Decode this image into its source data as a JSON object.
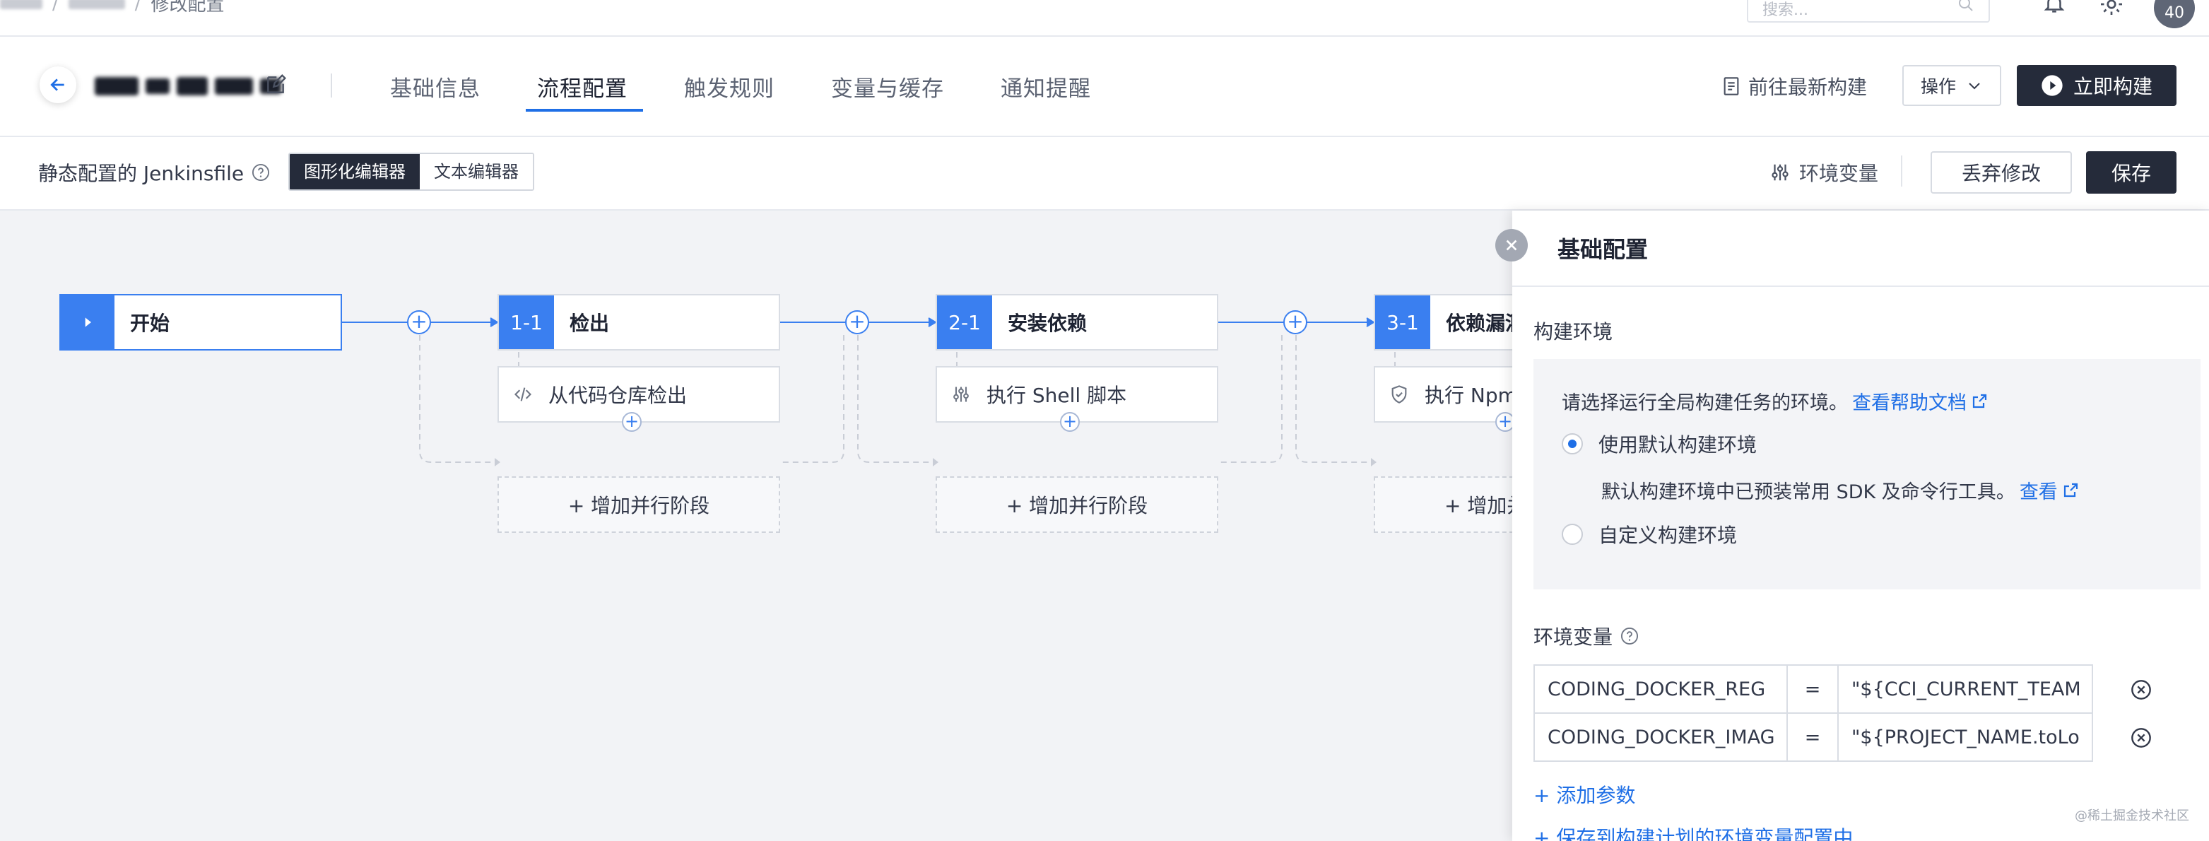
{
  "topbar": {
    "breadcrumb_current": "修改配置",
    "search_placeholder": "搜索...",
    "avatar_text": "40"
  },
  "header": {
    "tabs": [
      {
        "label": "基础信息"
      },
      {
        "label": "流程配置"
      },
      {
        "label": "触发规则"
      },
      {
        "label": "变量与缓存"
      },
      {
        "label": "通知提醒"
      }
    ],
    "latest_build_label": "前往最新构建",
    "ops_label": "操作",
    "build_now_label": "立即构建"
  },
  "toolbar": {
    "label": "静态配置的 Jenkinsfile",
    "editor_graphic": "图形化编辑器",
    "editor_text": "文本编辑器",
    "env_var_label": "环境变量",
    "discard_label": "丢弃修改",
    "save_label": "保存"
  },
  "pipeline": {
    "start_label": "开始",
    "add_parallel_label": "+ 增加并行阶段",
    "add_parallel_partial": "+ 增加并",
    "stages": [
      {
        "num": "1-1",
        "title": "检出",
        "step": "从代码仓库检出"
      },
      {
        "num": "2-1",
        "title": "安装依赖",
        "step": "执行 Shell 脚本"
      },
      {
        "num": "3-1",
        "title": "依赖漏洞",
        "step": "执行 Npm"
      }
    ]
  },
  "panel": {
    "title": "基础配置",
    "build_env_title": "构建环境",
    "build_env_desc": "请选择运行全局构建任务的环境。",
    "help_link": "查看帮助文档",
    "option_default": "使用默认构建环境",
    "option_default_desc": "默认构建环境中已预装常用 SDK 及命令行工具。",
    "view_link": "查看",
    "option_custom": "自定义构建环境",
    "env_vars_title": "环境变量",
    "env_vars": [
      {
        "key": "CODING_DOCKER_REG",
        "eq": "=",
        "value": "\"${CCI_CURRENT_TEAM"
      },
      {
        "key": "CODING_DOCKER_IMAG",
        "eq": "=",
        "value": "\"${PROJECT_NAME.toLo"
      }
    ],
    "add_param": "+ 添加参数",
    "save_to_plan": "+ 保存到构建计划的环境变量配置中"
  },
  "watermark": "@稀土掘金技术社区",
  "colors": {
    "accent": "#1f6fe6",
    "stage_blue": "#3a7ff0",
    "dark_button": "#252b3a",
    "canvas_bg": "#f2f3f6"
  }
}
